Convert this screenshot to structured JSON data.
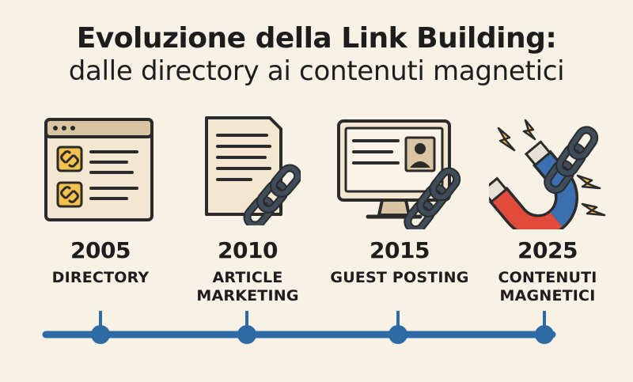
{
  "title": {
    "line1": "Evoluzione della Link Building:",
    "line2": "dalle directory ai contenuti magnetici"
  },
  "milestones": [
    {
      "year": "2005",
      "label": "DIRECTORY",
      "icon": "directory-browser-icon"
    },
    {
      "year": "2010",
      "label": "ARTICLE\nMARKETING",
      "icon": "article-chain-icon"
    },
    {
      "year": "2015",
      "label": "GUEST POSTING",
      "icon": "monitor-profile-chain-icon"
    },
    {
      "year": "2025",
      "label": "CONTENUTI\nMAGNETICI",
      "icon": "magnet-chain-icon"
    }
  ],
  "colors": {
    "background": "#f7f1e6",
    "timeline": "#2e6aa3",
    "outline": "#2b2b2b",
    "link-yellow": "#f2c14e",
    "chain": "#3f4c5a",
    "magnet-red": "#e04b3c",
    "magnet-blue": "#3b6fb0"
  }
}
